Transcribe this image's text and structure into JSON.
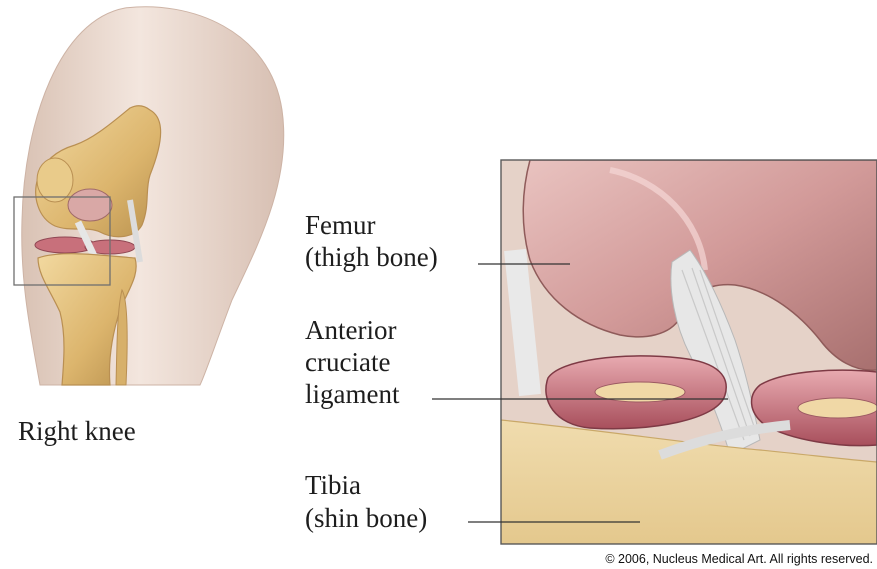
{
  "thumbnail": {
    "caption": "Right knee"
  },
  "labels": {
    "femur": {
      "line1": "Femur",
      "line2": "(thigh bone)"
    },
    "acl": {
      "line1": "Anterior",
      "line2": "cruciate",
      "line3": "ligament"
    },
    "tibia": {
      "line1": "Tibia",
      "line2": "(shin bone)"
    }
  },
  "copyright": "© 2006, Nucleus Medical Art. All rights reserved.",
  "colors": {
    "bone": "#e3c27f",
    "cartilage": "#d7a6a4",
    "meniscus": "#c36e79",
    "ligament": "#e8e8e8",
    "skin": "#ecdcd2",
    "background": "#ffffff"
  }
}
